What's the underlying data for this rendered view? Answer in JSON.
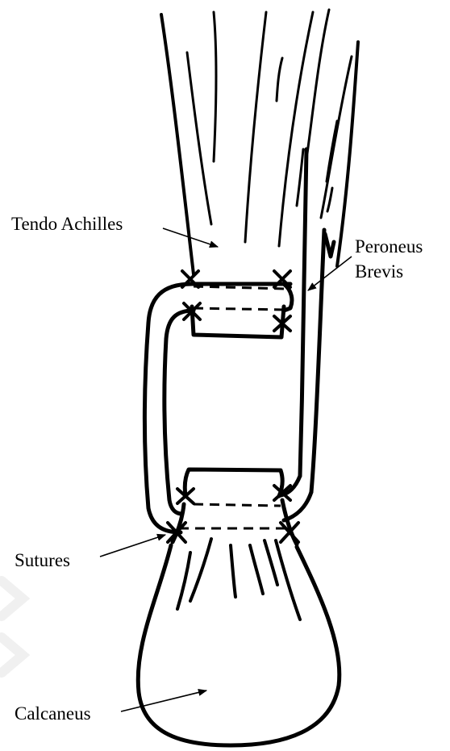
{
  "labels": {
    "tendo_achilles": "Tendo Achilles",
    "peroneus": "Peroneus",
    "brevis": "Brevis",
    "sutures": "Sutures",
    "calcaneus": "Calcaneus"
  },
  "colors": {
    "ink": "#000000",
    "background": "#ffffff",
    "watermark": "#f2f2f2"
  }
}
